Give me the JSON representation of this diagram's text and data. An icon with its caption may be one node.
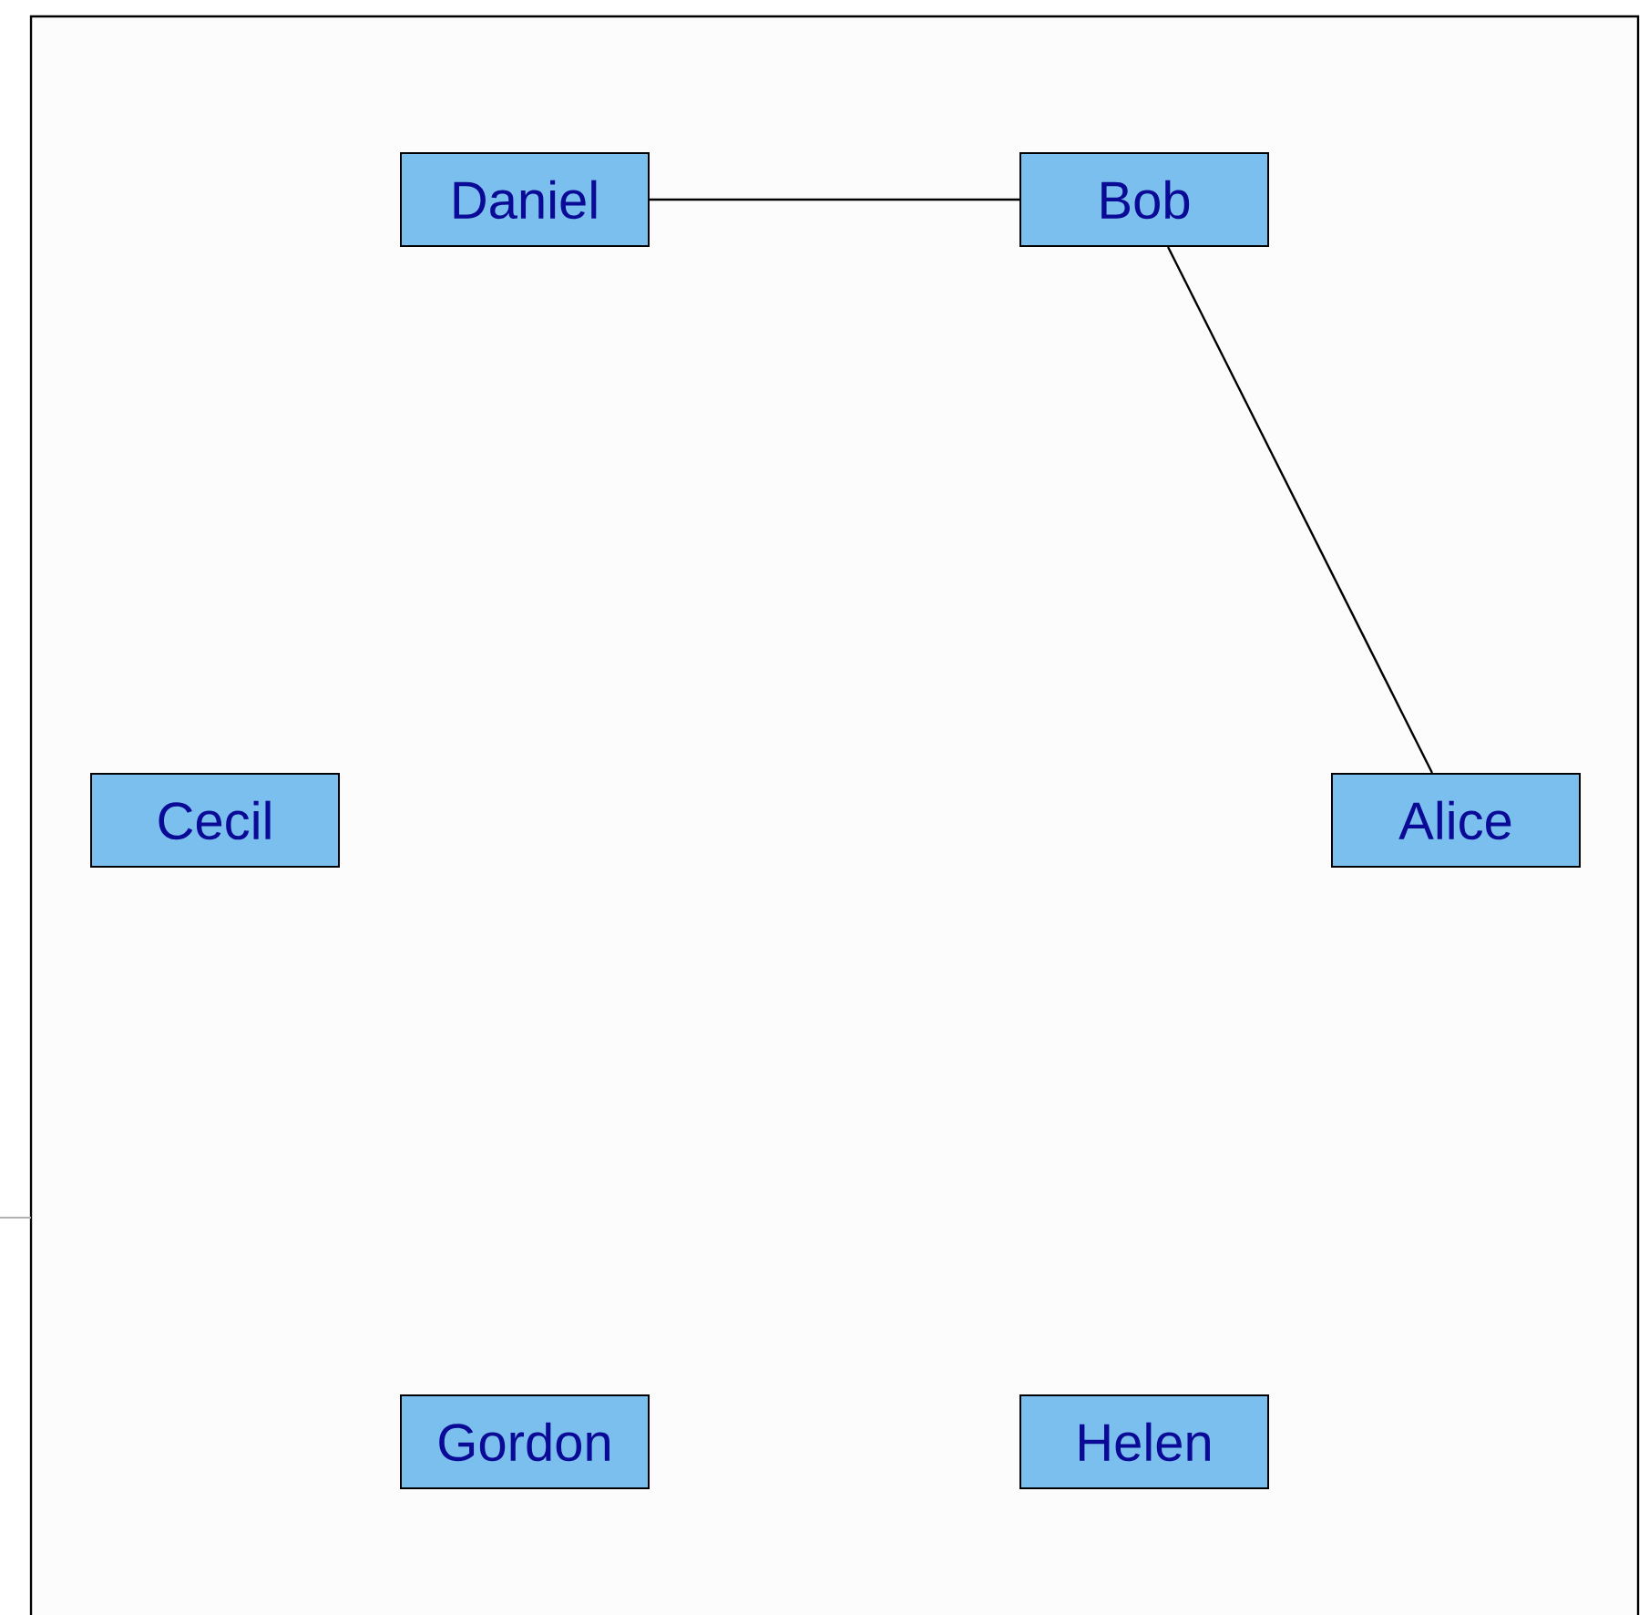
{
  "diagram": {
    "nodes": [
      {
        "text": [
          "Daniel"
        ]
      },
      {
        "text": [
          "Bob"
        ]
      },
      {
        "text": [
          "Cecil"
        ]
      },
      {
        "text": [
          "Alice"
        ]
      },
      {
        "text": [
          "Gordon"
        ]
      },
      {
        "text": [
          "Helen"
        ]
      }
    ],
    "edges": [
      {
        "from": 0,
        "to": 1,
        "arrow": "none"
      },
      {
        "from": 1,
        "to": 3,
        "arrow": "none"
      }
    ]
  }
}
